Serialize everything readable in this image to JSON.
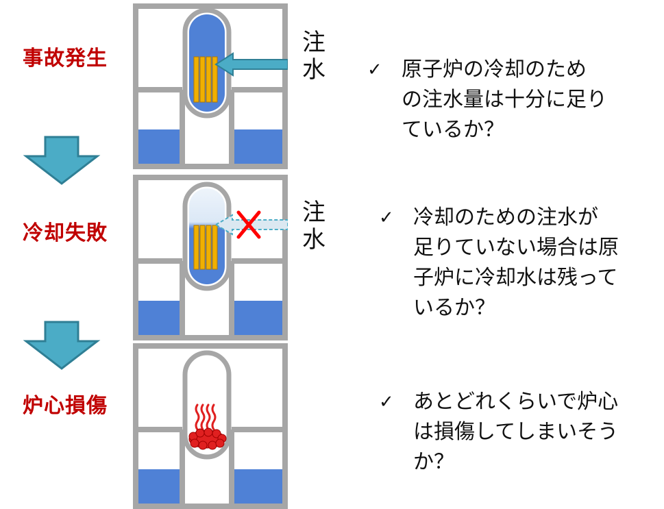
{
  "stages": [
    {
      "label": "事故発生",
      "water_label": "注\n水",
      "question": "原子炉の冷却のため\nの注水量は十分に足り\nているか？"
    },
    {
      "label": "冷却失敗",
      "water_label": "注\n水",
      "question": "冷却のための注水が\n足りていない場合は原\n子炉に冷却水は残って\nいるか？"
    },
    {
      "label": "炉心損傷",
      "question": "あとどれくらいで炉心\nは損傷してしまいそう\nか？"
    }
  ],
  "check_mark": "✓",
  "colors": {
    "stage_label": "#c00000",
    "frame": "#a6a6a6",
    "water": "#4f81d6",
    "fuel": "#f0b000",
    "arrow": "#4bacc6",
    "cross": "#ff0000",
    "melt": "#e02020"
  }
}
